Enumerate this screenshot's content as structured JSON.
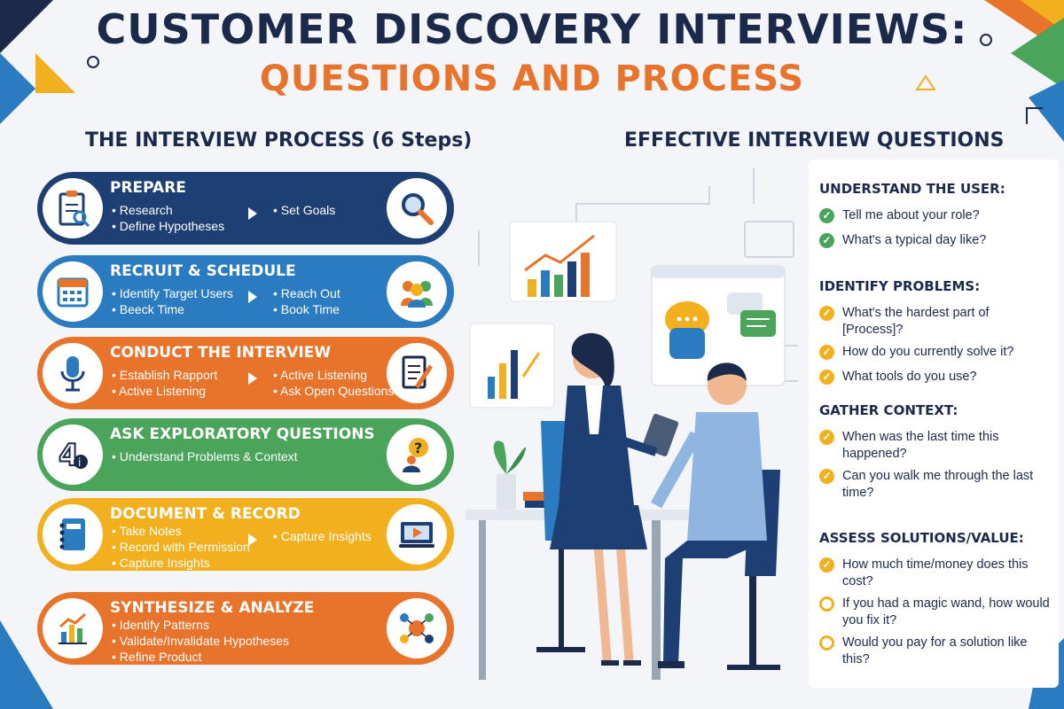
{
  "header": {
    "title_line1": "CUSTOMER DISCOVERY INTERVIEWS:",
    "title_line2": "QUESTIONS AND PROCESS"
  },
  "process": {
    "heading": "THE INTERVIEW PROCESS (6 Steps)",
    "steps": [
      {
        "title": "PREPARE",
        "left": [
          "• Research",
          "• Define Hypotheses"
        ],
        "right": [
          "• Set Goals"
        ],
        "color": "#1e3f73",
        "icon_left": "clipboard-checklist-icon",
        "icon_right": "magnifier-icon"
      },
      {
        "title": "RECRUIT & SCHEDULE",
        "left": [
          "• Identify Target Users",
          "• Beeck Time"
        ],
        "right": [
          "• Reach Out",
          "• Book Time"
        ],
        "color": "#2b7bc0",
        "icon_left": "calendar-icon",
        "icon_right": "people-group-icon"
      },
      {
        "title": "CONDUCT THE INTERVIEW",
        "left": [
          "• Establish Rapport",
          "• Active Listening"
        ],
        "right": [
          "• Active Listening",
          "• Ask Open Questions"
        ],
        "color": "#e8732b",
        "icon_left": "microphone-icon",
        "icon_right": "notepad-pen-icon"
      },
      {
        "title": "ASK EXPLORATORY QUESTIONS",
        "left": [
          "• Understand Problems & Context"
        ],
        "right": [],
        "color": "#4aa55a",
        "icon_left": "number-four-info-icon",
        "icon_right": "person-question-icon"
      },
      {
        "title": "DOCUMENT & RECORD",
        "left": [
          "• Take Notes",
          "• Record with Permission",
          "• Capture Insights"
        ],
        "right": [
          "• Capture Insights"
        ],
        "color": "#f2b01e",
        "icon_left": "notebook-icon",
        "icon_right": "video-player-icon"
      },
      {
        "title": "SYNTHESIZE & ANALYZE",
        "left": [
          "• Identify Patterns",
          "• Validate/Invalidate Hypotheses",
          "• Refine Product"
        ],
        "right": [],
        "color": "#e8732b",
        "icon_left": "bar-chart-icon",
        "icon_right": "brain-network-icon"
      }
    ]
  },
  "questions": {
    "heading": "EFFECTIVE INTERVIEW QUESTIONS",
    "groups": [
      {
        "title": "UNDERSTAND THE USER:",
        "items": [
          "Tell me about your role?",
          "What's a typical day like?"
        ],
        "color": "#4aa55a"
      },
      {
        "title": "IDENTIFY PROBLEMS:",
        "items": [
          "What's the hardest part of [Process]?",
          "How do you currently solve it?",
          "What tools do you use?"
        ],
        "color": "#f2b01e"
      },
      {
        "title": "GATHER CONTEXT:",
        "items": [
          "When was the last time this happened?",
          "Can you walk me through the last time?"
        ],
        "color": "#f2b01e"
      },
      {
        "title": "ASSESS SOLUTIONS/VALUE:",
        "items": [
          "How much time/money does this cost?",
          "If you had a magic wand, how would you fix it?",
          "Would you pay for a solution like this?"
        ],
        "color": "#f2b01e"
      }
    ]
  },
  "colors": {
    "navy": "#1b2a4a",
    "orange": "#e8732b",
    "green": "#4aa55a",
    "yellow": "#f2b01e",
    "blue": "#2b7bc0",
    "dark_blue": "#1e3f73"
  }
}
